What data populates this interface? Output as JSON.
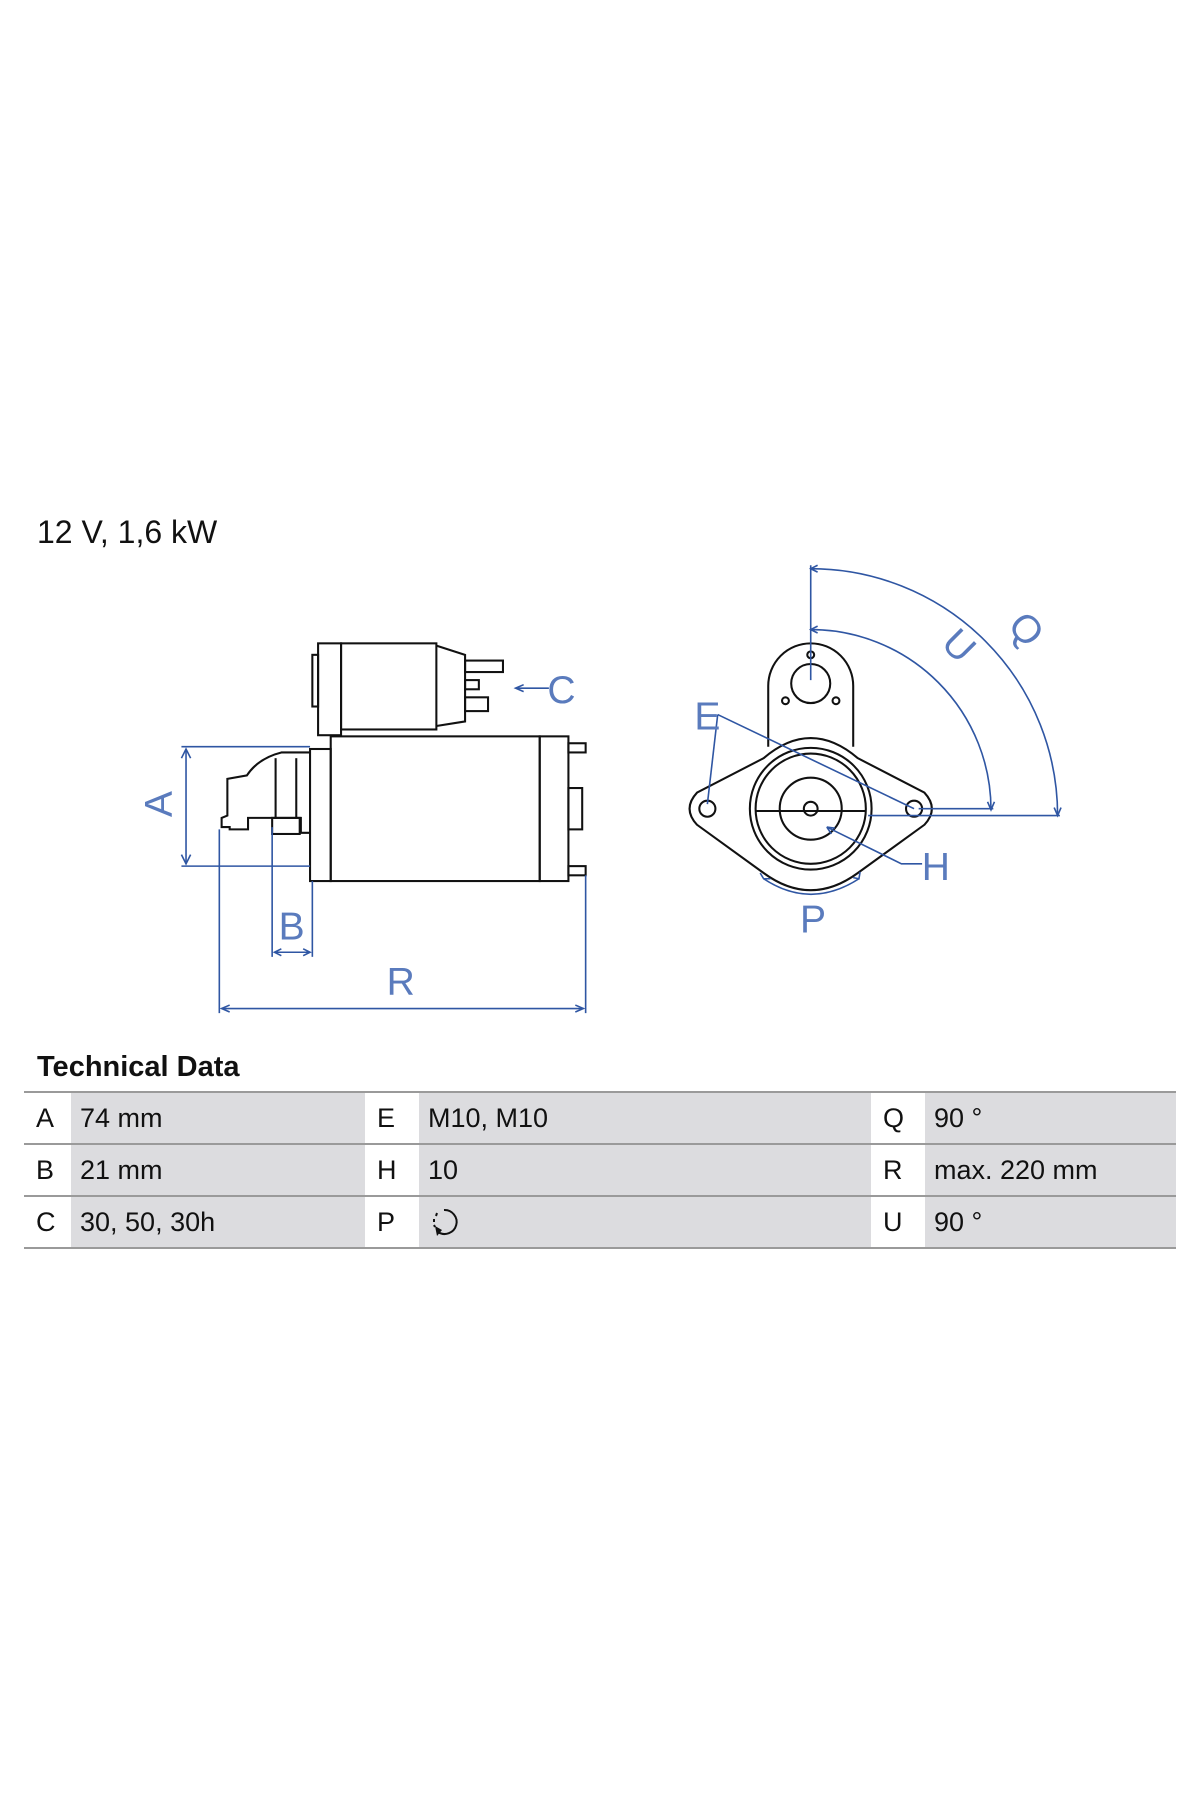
{
  "title": "12 V, 1,6 kW",
  "diagram": {
    "labels": {
      "A": "A",
      "B": "B",
      "C": "C",
      "R": "R",
      "E": "E",
      "H": "H",
      "P": "P",
      "Q": "Q",
      "U": "U"
    },
    "line_color": "#2f56a3"
  },
  "technical_data": {
    "heading": "Technical Data",
    "rows": [
      [
        {
          "k": "A",
          "v": "74 mm"
        },
        {
          "k": "E",
          "v": "M10, M10"
        },
        {
          "k": "Q",
          "v": "90 °"
        }
      ],
      [
        {
          "k": "B",
          "v": "21 mm"
        },
        {
          "k": "H",
          "v": "10"
        },
        {
          "k": "R",
          "v": "max. 220 mm"
        }
      ],
      [
        {
          "k": "C",
          "v": "30, 50, 30h"
        },
        {
          "k": "P",
          "v": "",
          "icon": "rotation-direction-icon"
        },
        {
          "k": "U",
          "v": "90 °"
        }
      ]
    ]
  }
}
